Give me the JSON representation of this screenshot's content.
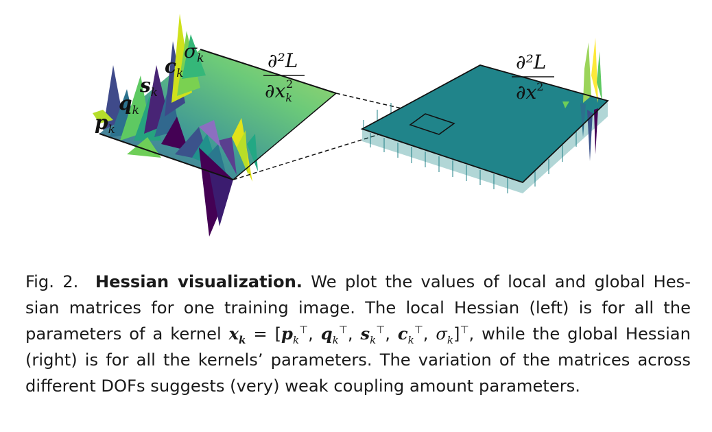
{
  "figure": {
    "left_panel": {
      "row_labels": [
        "p",
        "q",
        "s",
        "c"
      ],
      "sigma_label": "σ",
      "subscript": "k",
      "fraction_numerator": "∂²L",
      "fraction_denominator": "∂x",
      "denominator_sub": "k",
      "denominator_sup": "2"
    },
    "right_panel": {
      "fraction_numerator": "∂²L",
      "fraction_denominator": "∂x",
      "denominator_sup": "2"
    },
    "colors": {
      "viridis_dark": "#440154",
      "viridis_blue": "#31688e",
      "viridis_teal": "#21908d",
      "viridis_green": "#5ec962",
      "viridis_yellow": "#fde725",
      "right_surface": "#20848a"
    }
  },
  "caption": {
    "fig_label": "Fig. 2.",
    "title": "Hessian visualization.",
    "line1_rest": "We plot the values of local and global Hes-",
    "line2": "sian matrices for one training image. The local Hessian (left) is for all the",
    "line3_pre": "parameters of a kernel",
    "line3_post": ", while the global Hessian",
    "line4": "(right) is for all the kernels’ parameters. The variation of the matrices across",
    "line5": "different DOFs suggests (very) weak coupling amount parameters."
  }
}
